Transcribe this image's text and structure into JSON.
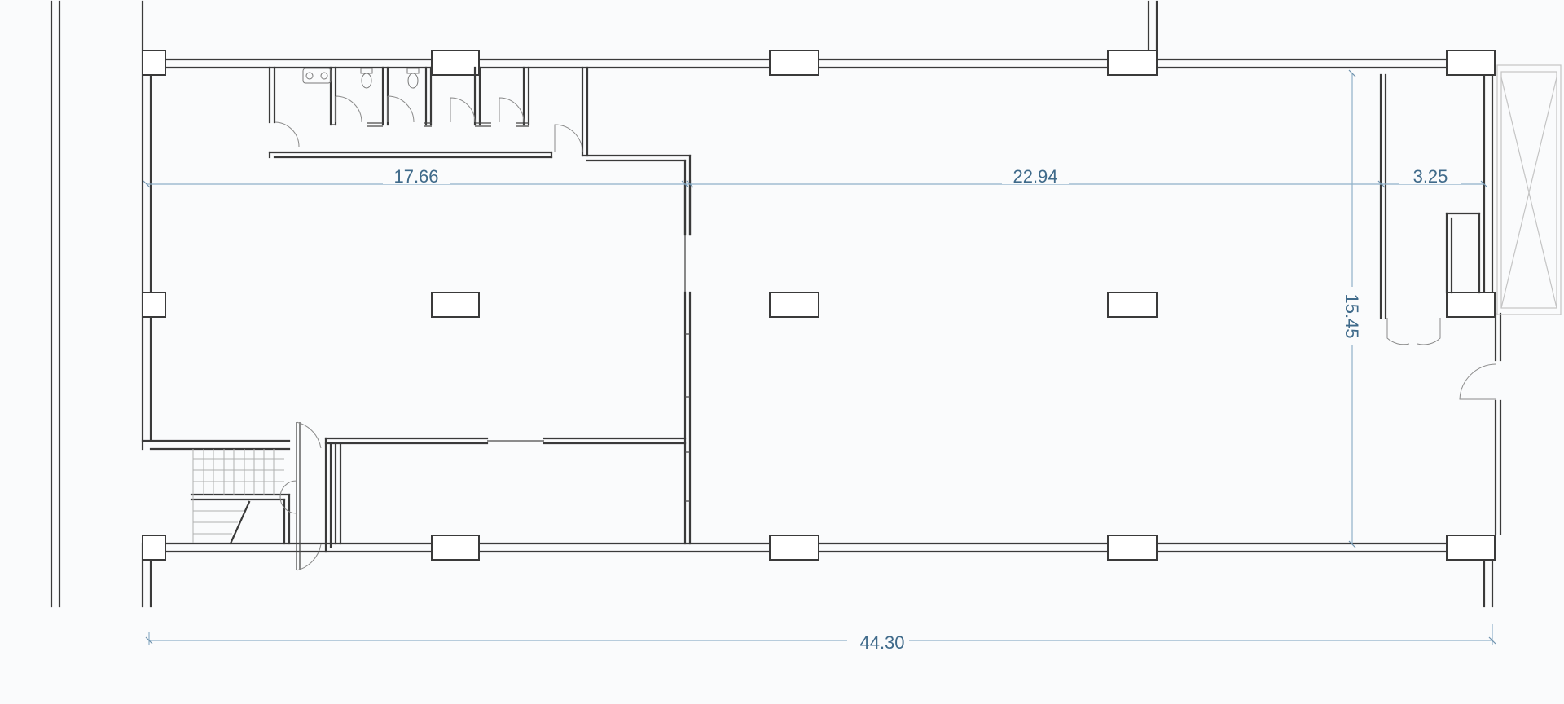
{
  "dimensions": {
    "left_span": "17.66",
    "middle_span": "22.94",
    "right_span": "3.25",
    "depth": "15.45",
    "total_length": "44.30"
  },
  "colors": {
    "walls": "#3a3a3a",
    "dimension_line": "#8fb1c9",
    "dimension_text": "#3f6a8a",
    "background": "#fafbfc"
  }
}
